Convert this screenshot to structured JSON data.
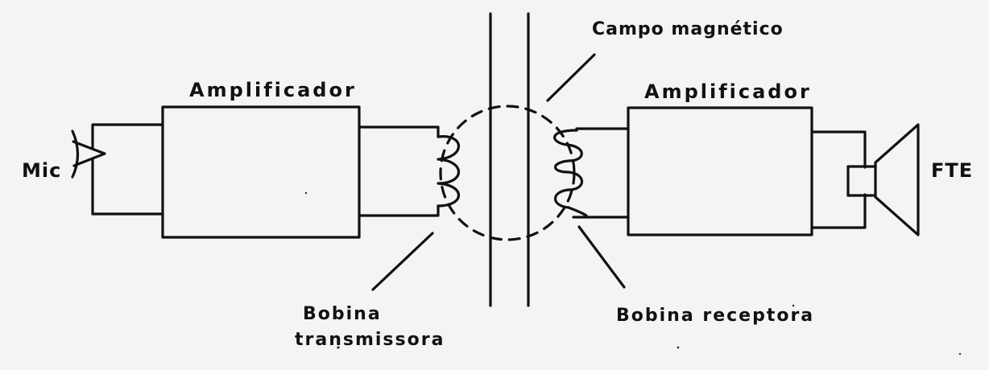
{
  "labels": {
    "campo": "Campo magnético",
    "amp_left": "Amplificador",
    "amp_right": "Amplificador",
    "mic": "Mic",
    "fte": "FTE",
    "bobina_tx_line1": "Bobina",
    "bobina_tx_line2": "transmissora",
    "bobina_rx": "Bobina receptora"
  },
  "colors": {
    "ink": "#111111",
    "paper": "#f4f4f2"
  }
}
